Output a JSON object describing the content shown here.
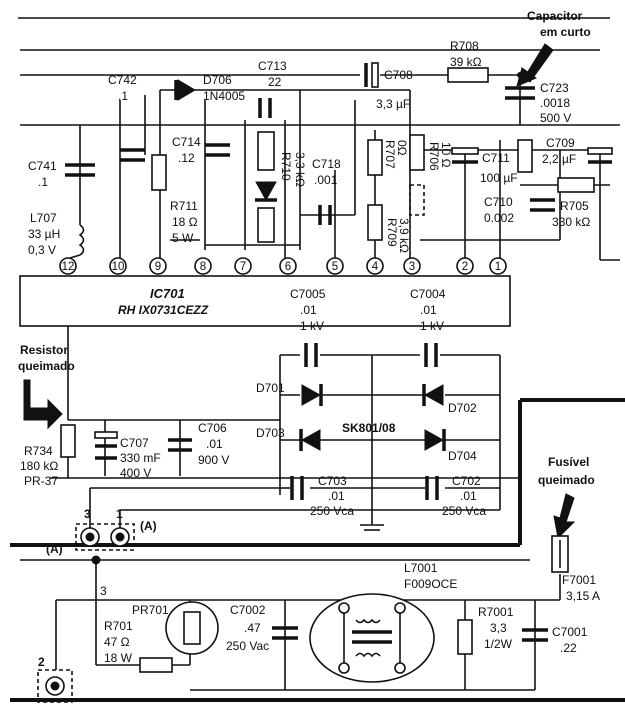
{
  "annotations": {
    "cap_short_1": "Capacitor",
    "cap_short_2": "em curto",
    "resistor_burned_1": "Resistor",
    "resistor_burned_2": "queimado",
    "fuse_blown_1": "Fusível",
    "fuse_blown_2": "queimado"
  },
  "ic": {
    "ref": "IC701",
    "part": "RH IX0731CEZZ"
  },
  "pins": [
    "12",
    "10",
    "9",
    "8",
    "7",
    "6",
    "5",
    "4",
    "3",
    "2",
    "1"
  ],
  "components": {
    "C742": [
      "C742",
      ".1"
    ],
    "D706": [
      "D706",
      "1N4005"
    ],
    "C713": [
      "C713",
      "22"
    ],
    "C708": [
      "C708",
      "3,3 µF"
    ],
    "R708": [
      "R708",
      "39 kΩ"
    ],
    "C723": [
      "C723",
      ".0018",
      "500 V"
    ],
    "C714": [
      "C714",
      ".12"
    ],
    "R710": [
      "R710",
      "3,3 kΩ"
    ],
    "R707": [
      "R707",
      "0Ω"
    ],
    "R706": [
      "R706",
      "10 Ω"
    ],
    "C711": [
      "C711",
      "100 µF"
    ],
    "C709": [
      "C709",
      "2,2 µF"
    ],
    "C741": [
      "C741",
      ".1"
    ],
    "R711": [
      "R711",
      "18 Ω",
      "5 W"
    ],
    "C718": [
      "C718",
      ".001"
    ],
    "R709": [
      "R709",
      "3,9 kΩ"
    ],
    "C710": [
      "C710",
      "0.002"
    ],
    "R705": [
      "R705",
      "330 kΩ"
    ],
    "L707": [
      "L707",
      "33 µH",
      "0,3 V"
    ],
    "C7005": [
      "C7005",
      ".01",
      "1 kV"
    ],
    "C7004": [
      "C7004",
      ".01",
      "1 kV"
    ],
    "D701": "D701",
    "D702": "D702",
    "D703": "D703",
    "D704": "D704",
    "SK801": "SK801/08",
    "R734": [
      "R734",
      "180 kΩ",
      "PR-37"
    ],
    "C707": [
      "C707",
      "330 mF",
      "400 V"
    ],
    "C706": [
      "C706",
      ".01",
      "900 V"
    ],
    "C703": [
      "C703",
      ".01",
      "250 Vca"
    ],
    "C702": [
      "C702",
      ".01",
      "250 Vca"
    ],
    "PR701": "PR701",
    "R701": [
      "R701",
      "47 Ω",
      "18 W"
    ],
    "C7002": [
      "C7002",
      ".47",
      "250 Vac"
    ],
    "L7001": [
      "L7001",
      "F009OCE"
    ],
    "R7001": [
      "R7001",
      "3,3",
      "1/2W"
    ],
    "C7001": [
      "C7001",
      ".22"
    ],
    "F7001": [
      "F7001",
      "3,15 A"
    ]
  },
  "connector_labels": {
    "a_left": "(A)",
    "a_right": "(A)",
    "pin3": "3",
    "pin1": "1",
    "pin3b": "3",
    "pin2": "2"
  }
}
